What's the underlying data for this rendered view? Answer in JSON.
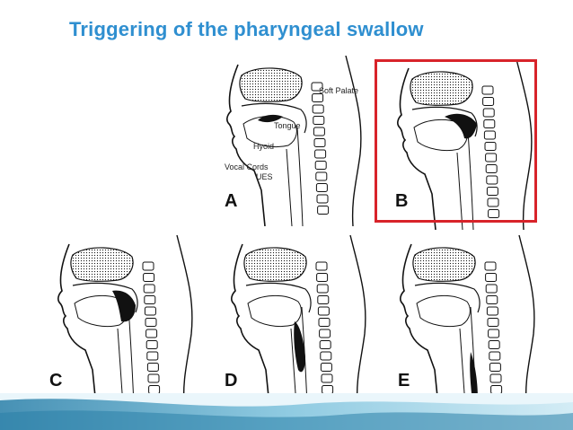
{
  "slide": {
    "title": "Triggering of the pharyngeal swallow"
  },
  "diagram": {
    "panels": [
      {
        "id": "A",
        "label": "A",
        "bolus_stage": "oral"
      },
      {
        "id": "B",
        "label": "B",
        "bolus_stage": "oropharynx",
        "highlighted": true
      },
      {
        "id": "C",
        "label": "C",
        "bolus_stage": "pharynx"
      },
      {
        "id": "D",
        "label": "D",
        "bolus_stage": "hypopharynx"
      },
      {
        "id": "E",
        "label": "E",
        "bolus_stage": "esophagus"
      }
    ],
    "annotations": {
      "soft_palate": "Soft Palate",
      "tongue": "Tongue",
      "hyoid": "Hyoid",
      "vocal_cords": "Vocal Cords",
      "ues": "UES"
    },
    "colors": {
      "title": "#2f8fd0",
      "highlight": "#d8232a",
      "ink": "#111111",
      "band": "#2a7fa8"
    }
  }
}
